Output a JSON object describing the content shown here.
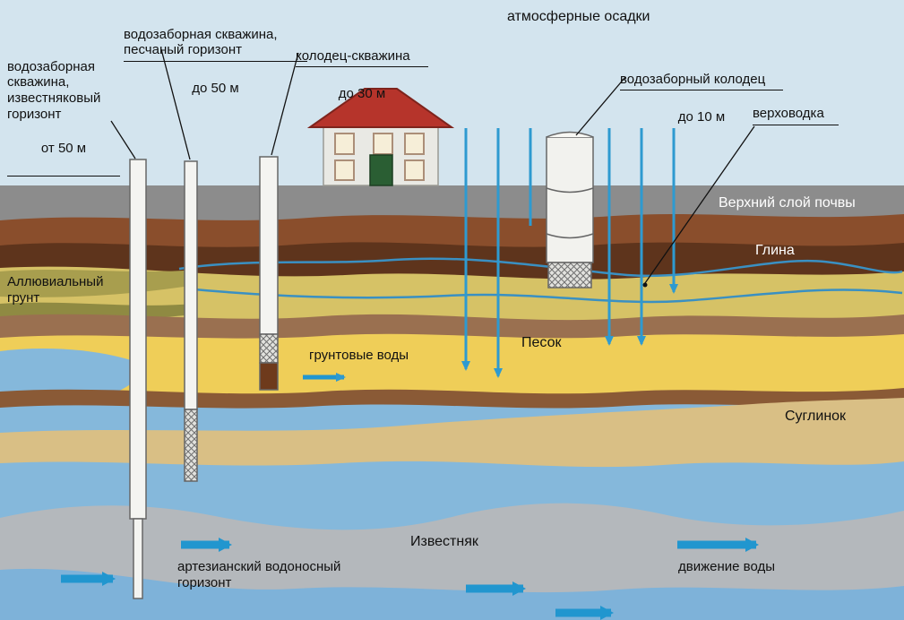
{
  "colors": {
    "sky": "#d3e4ee",
    "topsoil": "#8c8c8c",
    "clay_upper": "#8a4e2c",
    "clay_dark": "#5e341c",
    "sand": "#efce58",
    "loam": "#d9bf85",
    "limestone": "#b4b8bc",
    "groundwater": "#85b8db",
    "water_arrow": "#2196cf",
    "roof": "#b6342b",
    "door": "#2a5e33"
  },
  "labels": {
    "precipitation": "атмосферные осадки",
    "well_limestone": {
      "name": "водозаборная\nскважина,\nизвестняковый\nгоризонт",
      "depth": "от 50 м"
    },
    "well_sand": {
      "name": "водозаборная скважина,\nпесчаный горизонт",
      "depth": "до 50 м"
    },
    "well_borehole": {
      "name": "колодец-скважина",
      "depth": "до 30 м"
    },
    "well_intake": {
      "name": "водозаборный колодец",
      "depth": "до 10 м"
    },
    "perched_water": "верховодка",
    "topsoil": "Верхний слой почвы",
    "clay": "Глина",
    "alluvial_soil": "Аллювиальный\nгрунт",
    "groundwater": "грунтовые воды",
    "sand": "Песок",
    "loam": "Суглинок",
    "limestone": "Известняк",
    "artesian": "артезианский водоносный\nгоризонт",
    "water_movement": "движение воды"
  }
}
